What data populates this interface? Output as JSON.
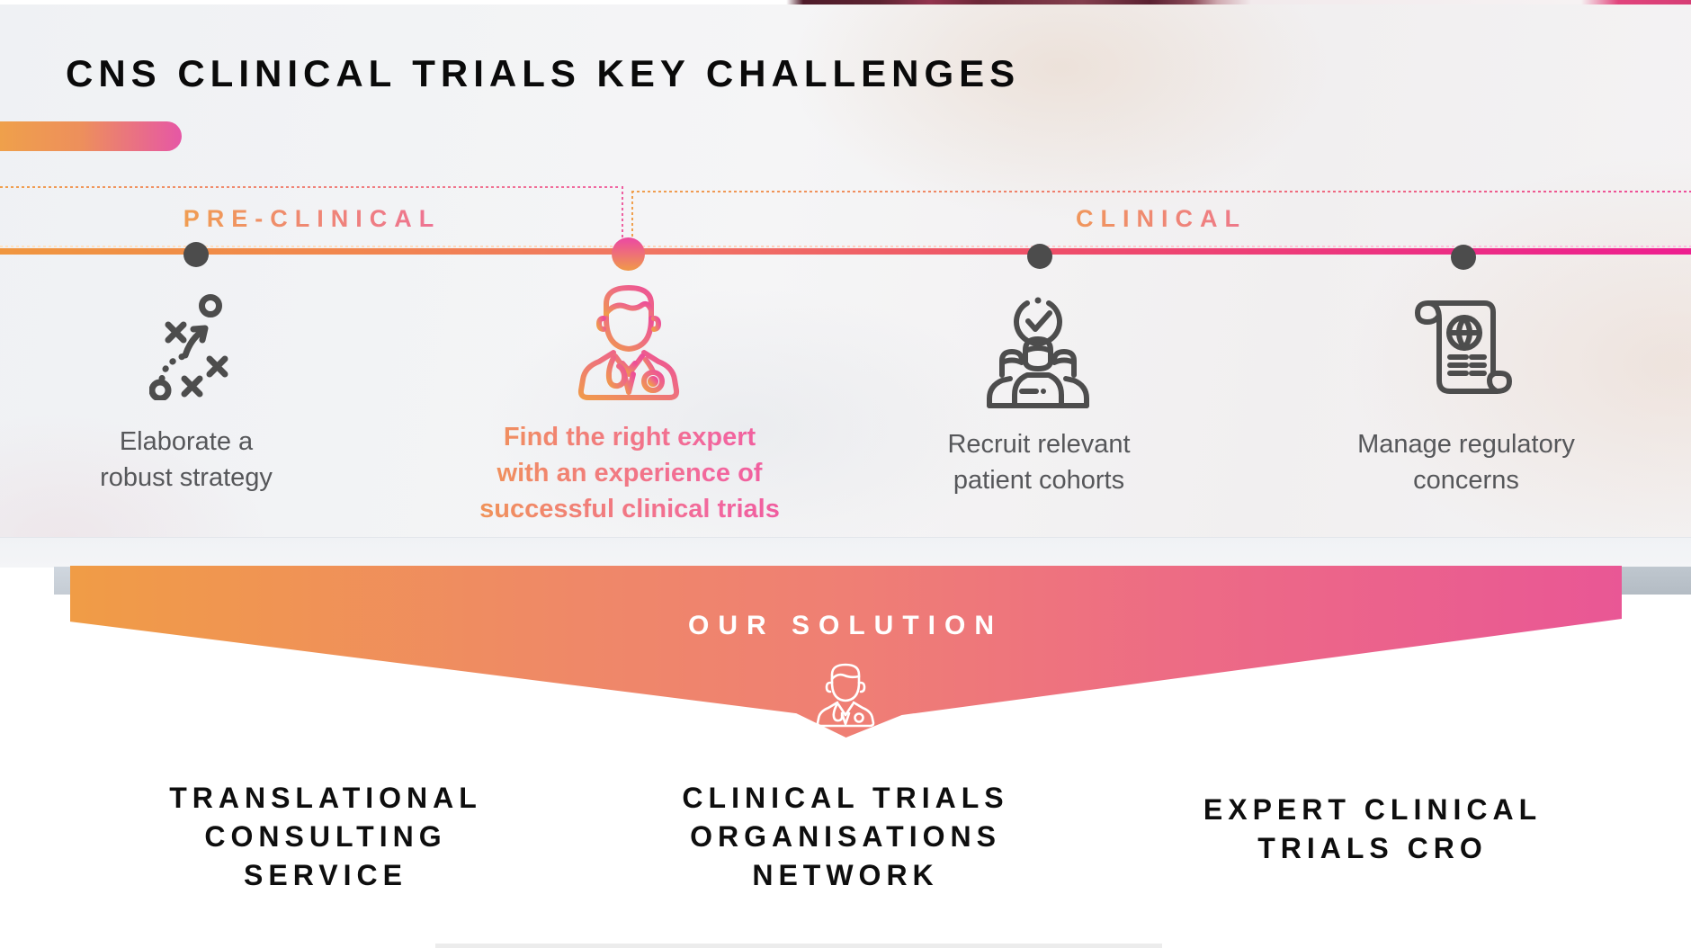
{
  "page": {
    "title": "CNS CLINICAL TRIALS KEY CHALLENGES"
  },
  "timeline": {
    "phases": [
      {
        "label": "PRE-CLINICAL"
      },
      {
        "label": "CLINICAL"
      }
    ],
    "challenges": [
      {
        "icon": "strategy-icon",
        "highlighted": false,
        "lines": [
          "Elaborate a",
          "robust strategy"
        ]
      },
      {
        "icon": "doctor-expert-icon",
        "highlighted": true,
        "lines": [
          "Find the right expert",
          "with an experience of",
          "successful clinical trials"
        ]
      },
      {
        "icon": "patient-cohort-icon",
        "highlighted": false,
        "lines": [
          "Recruit relevant",
          "patient cohorts"
        ]
      },
      {
        "icon": "regulatory-scroll-icon",
        "highlighted": false,
        "lines": [
          "Manage regulatory",
          "concerns"
        ]
      }
    ]
  },
  "solution_banner": {
    "label": "OUR SOLUTION",
    "icon": "doctor-icon-white"
  },
  "solutions": [
    {
      "lines": [
        "TRANSLATIONAL",
        "CONSULTING",
        "SERVICE"
      ]
    },
    {
      "lines": [
        "CLINICAL TRIALS",
        "ORGANISATIONS",
        "NETWORK"
      ]
    },
    {
      "lines": [
        "EXPERT CLINICAL",
        "TRIALS CRO"
      ]
    }
  ],
  "colors": {
    "accent_orange": "#F09C4A",
    "accent_pink": "#ED1E8F",
    "banner_gradient_start": "#F09C46",
    "banner_gradient_end": "#E95795",
    "icon_gray": "#4D4D4D",
    "label_gray": "#56575A",
    "heading_black": "#0E0E0E"
  }
}
